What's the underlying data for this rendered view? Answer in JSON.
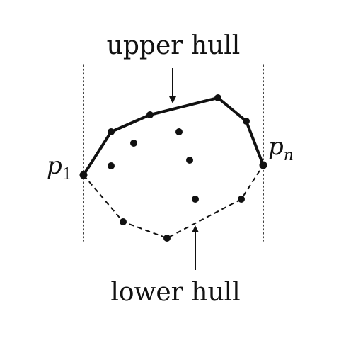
{
  "labels": {
    "upper": "upper hull",
    "lower": "lower hull",
    "p1_main": "p",
    "p1_sub": "1",
    "pn_main": "p",
    "pn_sub": "n"
  },
  "colors": {
    "stroke": "#111111",
    "background": "#ffffff"
  }
}
